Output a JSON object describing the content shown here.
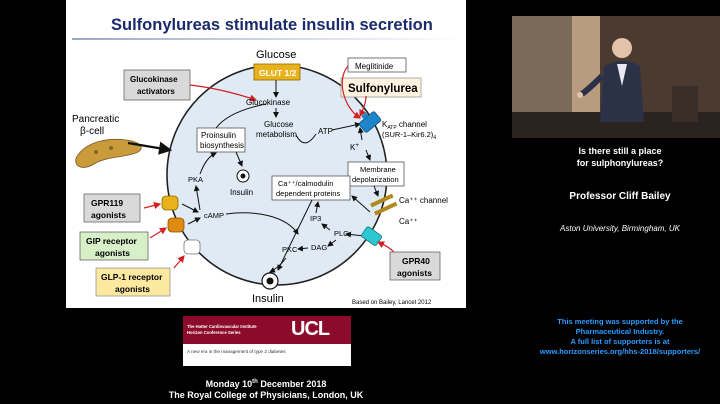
{
  "slide": {
    "title": "Sulfonylureas stimulate insulin secretion",
    "glucose": "Glucose",
    "glut": "GLUT 1/2",
    "meglitinide": "Meglitinide",
    "sulfonylurea": "Sulfonylurea",
    "glucokinase_activators": [
      "Glucokinase",
      "activators"
    ],
    "pancreatic": [
      "Pancreatic",
      "β-cell"
    ],
    "glucokinase": "Glucokinase",
    "glucose_metabolism": [
      "Glucose",
      "metabolism"
    ],
    "atp": "ATP",
    "katp": [
      "K",
      "ATP",
      " channel"
    ],
    "katp_sub": [
      "(SUR-1–Kir6.2)",
      "4"
    ],
    "kplus": "K",
    "proinsulin": [
      "Proinsulin",
      "biosynthesis"
    ],
    "insulin_inner": "Insulin",
    "membrane_depol": [
      "Membrane",
      "depolarization"
    ],
    "ca_channel": "Ca⁺⁺ channel",
    "ca_plus": "Ca⁺⁺",
    "pka": "PKA",
    "camp": "cAMP",
    "ca_calmodulin": [
      "Ca⁺⁺/calmodulin",
      "dependent proteins"
    ],
    "ip3": "IP3",
    "pkc": "PKC",
    "dag": "DAG",
    "plc": "PLC",
    "gpr119": [
      "GPR119",
      "agonists"
    ],
    "gip": [
      "GIP receptor",
      "agonists"
    ],
    "glp1": [
      "GLP-1 receptor",
      "agonists"
    ],
    "gpr40": [
      "GPR40",
      "agonists"
    ],
    "insulin_out": "Insulin",
    "citation": "Based on  Bailey, Lancet  2012"
  },
  "banner": {
    "line1": "The Hatter Cardiovascular Institute",
    "line2": "Horizon Conference Series",
    "logo": "UCL",
    "subtitle": "A new era in the management of type 2 diabetes"
  },
  "info": {
    "question_l1": "Is there still a place",
    "question_l2": "for sulphonylureas?",
    "presenter": "Professor Cliff Bailey",
    "affiliation": "Aston University, Birmingham, UK",
    "support_l1": "This meeting was supported by the",
    "support_l2": "Pharmaceutical Industry.",
    "support_l3": "A full list of supporters is at",
    "support_l4": "www.horizonseries.org/hhs-2018/supporters/",
    "date_pre": "Monday 10",
    "date_sup": "th",
    "date_post": " December 2018",
    "venue": "The Royal College of Physicians, London, UK"
  },
  "colors": {
    "cell_fill": "#dfeaf4",
    "cell_stroke": "#222222",
    "title": "#1a2a6b",
    "arrow_red": "#d22020",
    "box_gray": "#d9d9d9",
    "box_green": "#d7f0c8",
    "box_yellow": "#fbe9a0",
    "glut": "#e9b21c",
    "support_blue": "#2a9bff",
    "banner_red": "#8c0b2c"
  }
}
